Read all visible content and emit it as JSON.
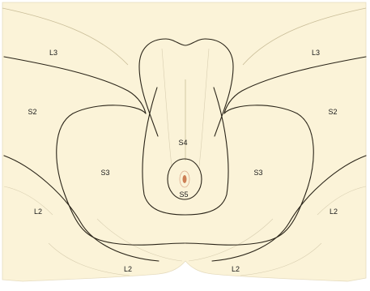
{
  "colors": {
    "skin": "#fbf3d8",
    "line": "#2a2418",
    "faint_line": "#c9bd98",
    "background": "#ffffff",
    "mark": "#c46a3e"
  },
  "labels": {
    "l3_left": "L3",
    "l3_right": "L3",
    "s2_left": "S2",
    "s2_right": "S2",
    "s3_left": "S3",
    "s3_right": "S3",
    "s4": "S4",
    "s5": "S5",
    "l2_left": "L2",
    "l2_right": "L2",
    "l2_bottom_left": "L2",
    "l2_bottom_right": "L2"
  }
}
